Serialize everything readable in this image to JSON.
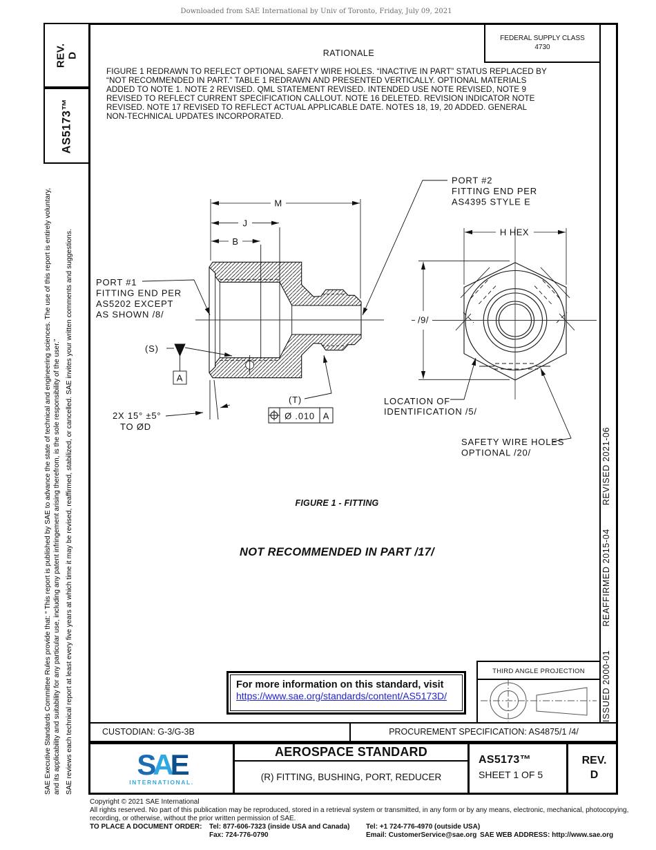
{
  "header": {
    "downloaded_note": "Downloaded from SAE International by Univ of Toronto, Friday, July 09, 2021",
    "fsc_label": "FEDERAL SUPPLY CLASS",
    "fsc_value": "4730"
  },
  "left_bar": {
    "rev_label": "REV.",
    "rev_value": "D",
    "doc_number": "AS5173™",
    "disclaimer_p1": "SAE Executive Standards Committee Rules provide that: “ This report is published by SAE to advance the state of technical and engineering sciences. The use of this report is entirely voluntary, and its applicability and suitability for any particular use, including any patent infringement arising therefrom, is the sole responsibility of the user.”",
    "disclaimer_p2": "SAE reviews each technical report at least every five years at which time it may be revised, reaffirmed, stabilized, or cancelled. SAE invites your written comments and suggestions."
  },
  "right_bar": {
    "issued": "ISSUED 2000-01",
    "reaffirmed": "REAFFIRMED 2015-04",
    "revised": "REVISED 2021-06"
  },
  "rationale": {
    "title": "RATIONALE",
    "lines": [
      "FIGURE 1 REDRAWN TO REFLECT OPTIONAL SAFETY WIRE HOLES. “INACTIVE IN PART” STATUS REPLACED BY",
      "“NOT RECOMMENDED IN PART.” TABLE 1 REDRAWN AND PRESENTED VERTICALLY. OPTIONAL MATERIALS",
      "ADDED TO NOTE 1. NOTE 2 REVISED. QML STATEMENT REVISED. INTENDED USE NOTE REVISED, NOTE 9",
      "REVISED TO REFLECT CURRENT SPECIFICATION CALLOUT. NOTE 16 DELETED. REVISION INDICATOR NOTE",
      "REVISED. NOTE 17 REVISED TO REFLECT ACTUAL APPLICABLE DATE. NOTES 18, 19, 20 ADDED. GENERAL",
      "NON-TECHNICAL UPDATES INCORPORATED."
    ]
  },
  "drawing": {
    "caption": "FIGURE 1 - FITTING",
    "status_note": "NOT RECOMMENDED IN PART /17/",
    "labels": {
      "m": "M",
      "j": "J",
      "b": "B",
      "h_hex": "H HEX",
      "nine": "/9/",
      "s": "(S)",
      "t": "(T)",
      "datum_a": "A",
      "fcf_tol": "Ø .010",
      "fcf_datum": "A",
      "port1": [
        "PORT #1",
        "FITTING END PER",
        "AS5202 EXCEPT",
        "AS SHOWN  /8/"
      ],
      "port2": [
        "PORT #2",
        "FITTING END PER",
        "AS4395 STYLE E"
      ],
      "chamfer1": "2X 15° ±5°",
      "chamfer2": "TO ØD",
      "loc1": "LOCATION OF",
      "loc2": "IDENTIFICATION  /5/",
      "sw1": "SAFETY WIRE HOLES",
      "sw2": "OPTIONAL  /20/"
    }
  },
  "info_box": {
    "line1": "For more information on this standard, visit",
    "link_text": "https://www.sae.org/standards/content/AS5173D/"
  },
  "projection": {
    "title": "THIRD ANGLE PROJECTION"
  },
  "plate": {
    "custodian": "CUSTODIAN: G-3/G-3B",
    "procurement": "PROCUREMENT SPECIFICATION: AS4875/1 /4/",
    "title": "AEROSPACE STANDARD",
    "subtitle": "(R) FITTING, BUSHING, PORT, REDUCER",
    "doc_number": "AS5173™",
    "sheet": "SHEET 1 OF 5",
    "rev_label": "REV.",
    "rev_value": "D",
    "logo_s": "S",
    "logo_a": "A",
    "logo_e": "E",
    "logo_sub": "INTERNATIONAL."
  },
  "footer": {
    "copyright": "Copyright © 2021 SAE International",
    "rights1": "All rights reserved. No part of this publication may be reproduced, stored in a retrieval system or transmitted, in any form or by any means, electronic, mechanical, photocopying,",
    "rights2": "recording, or otherwise, without the prior written permission of SAE.",
    "order_label": "TO PLACE A DOCUMENT ORDER:",
    "tel_inside": "Tel: 877-606-7323 (inside USA and Canada)",
    "tel_outside": "Tel: +1 724-776-4970 (outside USA)",
    "fax": "Fax: 724-776-0790",
    "email": "Email: CustomerService@sae.org",
    "web": "SAE WEB ADDRESS: http://www.sae.org"
  },
  "colors": {
    "link": "#2222CC",
    "sae_dark": "#1C6BB5",
    "sae_light": "#2FA8E1",
    "ink": "#111111"
  }
}
